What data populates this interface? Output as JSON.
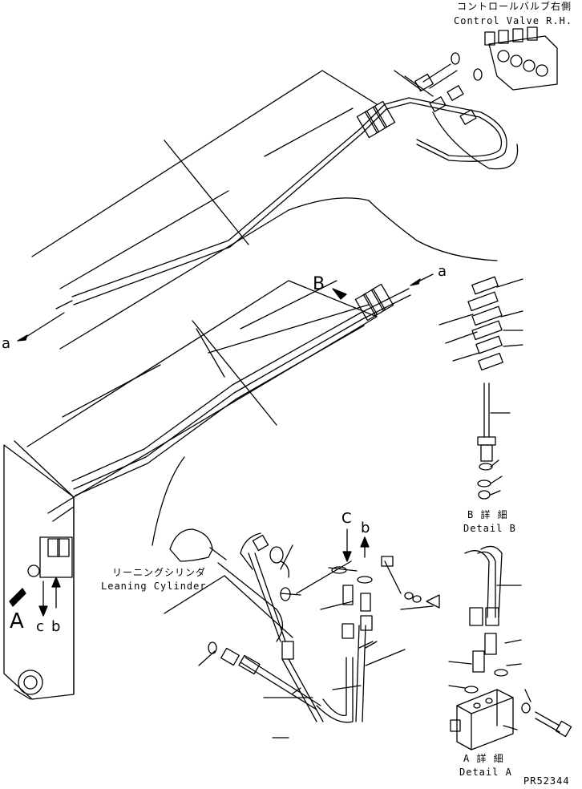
{
  "labels": {
    "control_valve_jp": "コントロールバルブ右側",
    "control_valve_en": "Control Valve R.H.",
    "leaning_cylinder_jp": "リーニングシリンダ",
    "leaning_cylinder_en": "Leaning Cylinder",
    "detail_b_jp": "B 詳 細",
    "detail_b_en": "Detail B",
    "detail_a_jp": "A 詳 細",
    "detail_a_en": "Detail A",
    "drawing_number": "PR52344"
  },
  "markers": {
    "a_left": "a",
    "a_right": "a",
    "b_view": "B",
    "a_view": "A",
    "c_left": "c",
    "b_left": "b",
    "c_mid": "C",
    "b_mid": "b"
  }
}
